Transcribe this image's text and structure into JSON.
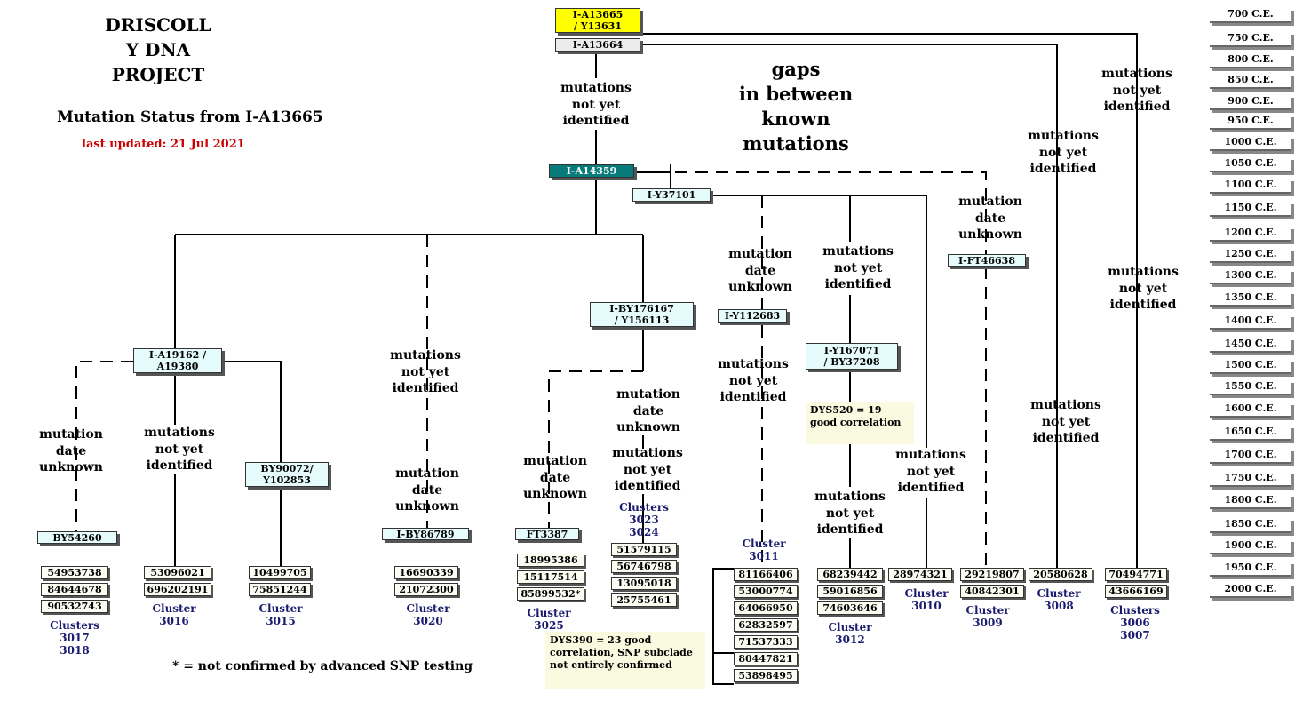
{
  "header": {
    "title": "DRISCOLL\nY DNA\nPROJECT",
    "subtitle": "Mutation Status from I-A13665",
    "updated": "last updated: 21 Jul 2021",
    "footnote": "* = not confirmed by advanced SNP testing",
    "gaps": "gaps\nin between\nknown\nmutations"
  },
  "nodes": {
    "root": "I-A13665\n/ Y13631",
    "a13664": "I-A13664",
    "a14359": "I-A14359",
    "y37101": "I-Y37101",
    "ft46638": "I-FT46638",
    "by176167": "I-BY176167\n/ Y156113",
    "y112683": "I-Y112683",
    "a19162": "I-A19162 /\nA19380",
    "y167071": "I-Y167071\n/ BY37208",
    "by90072": "BY90072/\nY102853",
    "by54260": "BY54260",
    "by86789": "I-BY86789",
    "ft3387": "FT3387"
  },
  "labels": {
    "mnyi": "mutations\nnot yet\nidentified",
    "mdu": "mutation\ndate\nunknown"
  },
  "comments": {
    "dys520": "DYS520 = 19 good correlation",
    "dys390": "DYS390 = 23 good correlation, SNP subclade not entirely confirmed"
  },
  "kits": {
    "c3017": [
      "54953738",
      "84644678",
      "90532743"
    ],
    "c3016": [
      "53096021",
      "696202191"
    ],
    "c3015": [
      "10499705",
      "75851244"
    ],
    "c3020": [
      "16690339",
      "21072300"
    ],
    "c3025": [
      "18995386",
      "15117514",
      "85899532*"
    ],
    "c3023": [
      "51579115",
      "56746798",
      "13095018",
      "25755461"
    ],
    "c3011": [
      "81166406",
      "53000774",
      "64066950",
      "62832597",
      "71537333",
      "80447821",
      "53898495"
    ],
    "c3012": [
      "68239442",
      "59016856",
      "74603646"
    ],
    "c3010": [
      "28974321"
    ],
    "c3009": [
      "29219807",
      "40842301"
    ],
    "c3008": [
      "20580628"
    ],
    "c3006": [
      "70494771",
      "43666169"
    ]
  },
  "clusters": {
    "c3017": "Clusters\n3017\n3018",
    "c3016": "Cluster\n3016",
    "c3015": "Cluster\n3015",
    "c3020": "Cluster\n3020",
    "c3025": "Cluster\n3025",
    "c3023": "Clusters\n3023\n3024",
    "c3011": "Cluster\n3011",
    "c3012": "Cluster\n3012",
    "c3010": "Cluster\n3010",
    "c3009": "Cluster\n3009",
    "c3008": "Cluster\n3008",
    "c3006": "Clusters\n3006\n3007"
  },
  "timeline": [
    "700 C.E.",
    "750 C.E.",
    "800 C.E.",
    "850 C.E.",
    "900 C.E.",
    "950 C.E.",
    "1000 C.E.",
    "1050 C.E.",
    "1100 C.E.",
    "1150 C.E.",
    "1200 C.E.",
    "1250 C.E.",
    "1300 C.E.",
    "1350 C.E.",
    "1400 C.E.",
    "1450 C.E.",
    "1500 C.E.",
    "1550 C.E.",
    "1600 C.E.",
    "1650 C.E.",
    "1700 C.E.",
    "1750 C.E.",
    "1800 C.E.",
    "1850 C.E.",
    "1900 C.E.",
    "1950 C.E.",
    "2000 C.E."
  ],
  "colors": {
    "root": "#ffff00",
    "a14359": "#077a7a",
    "haplogroup": "#e6fbfb",
    "updated": "#cc0000",
    "cluster": "#1a1a6e",
    "comment": "#fafae0"
  }
}
